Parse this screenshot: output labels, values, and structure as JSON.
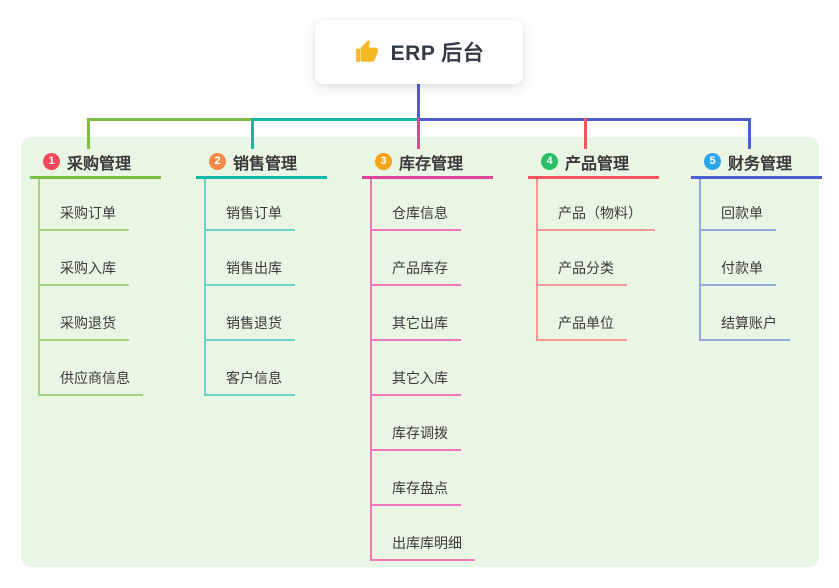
{
  "root": {
    "title": "ERP 后台",
    "icon": "thumbs-up-icon",
    "icon_color": "#f7b826",
    "line_color": "#535bd8"
  },
  "canvas": {
    "background_color": "#ffffff",
    "panel_color": "#e9f6e3"
  },
  "branches": [
    {
      "index": "1",
      "label": "采购管理",
      "badge_color": "#f4485e",
      "line_color": "#7dbf41",
      "child_line_color": "#a3d37f",
      "children": [
        "采购订单",
        "采购入库",
        "采购退货",
        "供应商信息"
      ]
    },
    {
      "index": "2",
      "label": "销售管理",
      "badge_color": "#f78a49",
      "line_color": "#14b8ab",
      "child_line_color": "#6fd2c9",
      "children": [
        "销售订单",
        "销售出库",
        "销售退货",
        "客户信息"
      ]
    },
    {
      "index": "3",
      "label": "库存管理",
      "badge_color": "#f6a417",
      "line_color": "#e0459c",
      "child_line_color": "#ee77bd",
      "children": [
        "仓库信息",
        "产品库存",
        "其它出库",
        "其它入库",
        "库存调拨",
        "库存盘点",
        "出库库明细"
      ]
    },
    {
      "index": "4",
      "label": "产品管理",
      "badge_color": "#2abe68",
      "line_color": "#f4555f",
      "child_line_color": "#f4969a",
      "children": [
        "产品（物料）",
        "产品分类",
        "产品单位"
      ]
    },
    {
      "index": "5",
      "label": "财务管理",
      "badge_color": "#2ba7e9",
      "line_color": "#4a5fd0",
      "child_line_color": "#96aade",
      "children": [
        "回款单",
        "付款单",
        "结算账户"
      ]
    }
  ]
}
